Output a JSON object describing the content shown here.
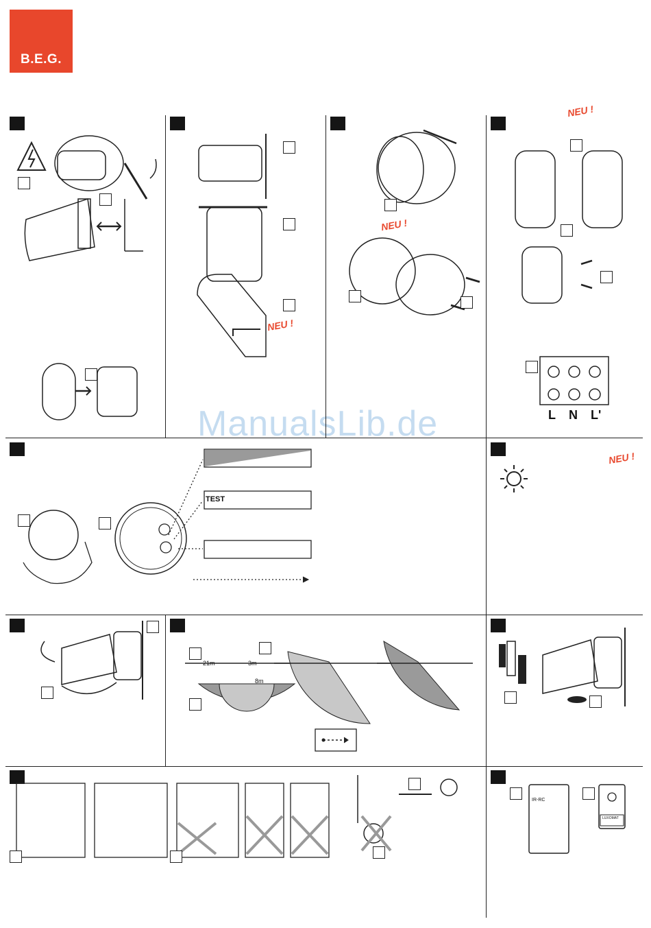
{
  "logo": {
    "text": "B.E.G.",
    "color": "#e8472c"
  },
  "watermark": "ManualsLib.de",
  "new_label": "NEU !",
  "terminals": [
    "L",
    "N",
    "L'"
  ],
  "test_label": "TEST",
  "distances": {
    "d21": "21m",
    "d8": "8m",
    "d3": "3m"
  },
  "remote": {
    "left_label": "IR-RC",
    "right_label": "LUXOMAT"
  },
  "colors": {
    "accent": "#e8472c",
    "line": "#222222",
    "shade": "#9a9a9a",
    "shade_light": "#c8c8c8"
  }
}
